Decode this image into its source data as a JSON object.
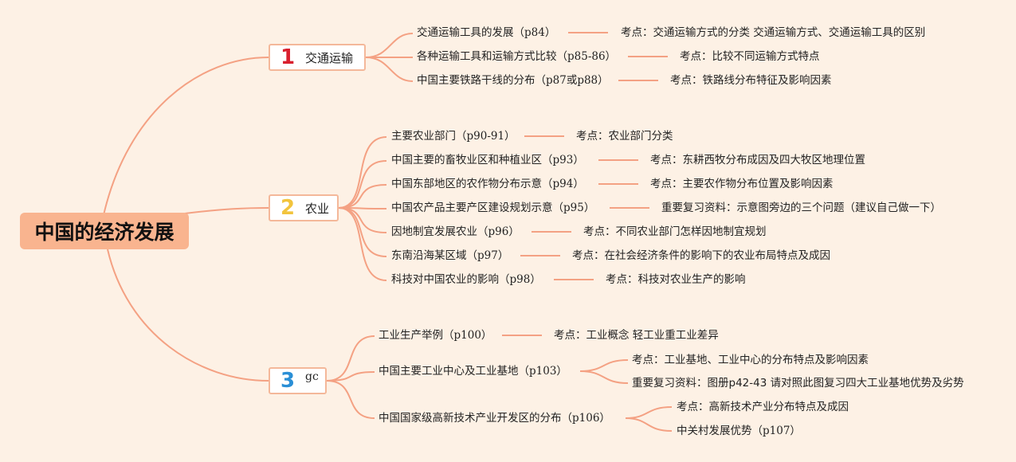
{
  "root": "中国的经济发展",
  "branches": [
    {
      "num": "1",
      "num_color": "#d9202e",
      "label": "交通运输",
      "items": [
        {
          "text": "交通运输工具的发展（p84）",
          "notes": [
            "考点：交通运输方式的分类 交通运输方式、交通运输工具的区别"
          ]
        },
        {
          "text": "各种运输工具和运输方式比较（p85-86）",
          "notes": [
            "考点：比较不同运输方式特点"
          ]
        },
        {
          "text": "中国主要铁路干线的分布（p87或p88）",
          "notes": [
            "考点：铁路线分布特征及影响因素"
          ]
        }
      ]
    },
    {
      "num": "2",
      "num_color": "#f2c43d",
      "label": "农业",
      "items": [
        {
          "text": "主要农业部门（p90-91）",
          "notes": [
            "考点：农业部门分类"
          ]
        },
        {
          "text": "中国主要的畜牧业区和种植业区（p93）",
          "notes": [
            "考点：东耕西牧分布成因及四大牧区地理位置"
          ]
        },
        {
          "text": "中国东部地区的农作物分布示意（p94）",
          "notes": [
            "考点：主要农作物分布位置及影响因素"
          ]
        },
        {
          "text": "中国农产品主要产区建设规划示意（p95）",
          "notes": [
            "重要复习资料：示意图旁边的三个问题（建议自己做一下）"
          ]
        },
        {
          "text": "因地制宜发展农业（p96）",
          "notes": [
            "考点：不同农业部门怎样因地制宜规划"
          ]
        },
        {
          "text": "东南沿海某区域（p97）",
          "notes": [
            "考点：在社会经济条件的影响下的农业布局特点及成因"
          ]
        },
        {
          "text": "科技对中国农业的影响（p98）",
          "notes": [
            "考点：科技对农业生产的影响"
          ]
        }
      ]
    },
    {
      "num": "3",
      "num_color": "#2a8fd6",
      "label": "gc",
      "items": [
        {
          "text": "工业生产举例（p100）",
          "notes": [
            "考点：工业概念 轻工业重工业差异"
          ]
        },
        {
          "text": "中国主要工业中心及工业基地（p103）",
          "notes": [
            "考点：工业基地、工业中心的分布特点及影响因素",
            "重要复习资料：图册p42-43 请对照此图复习四大工业基地优势及劣势"
          ]
        },
        {
          "text": "中国国家级高新技术产业开发区的分布（p106）",
          "notes": [
            "考点：高新技术产业分布特点及成因",
            "中关村发展优势（p107）"
          ]
        }
      ]
    }
  ],
  "colors": {
    "line": "#f4a183",
    "root_bg": "#f9b48f",
    "background": "#fdf1e5",
    "branch_border": "#f4b89a"
  }
}
